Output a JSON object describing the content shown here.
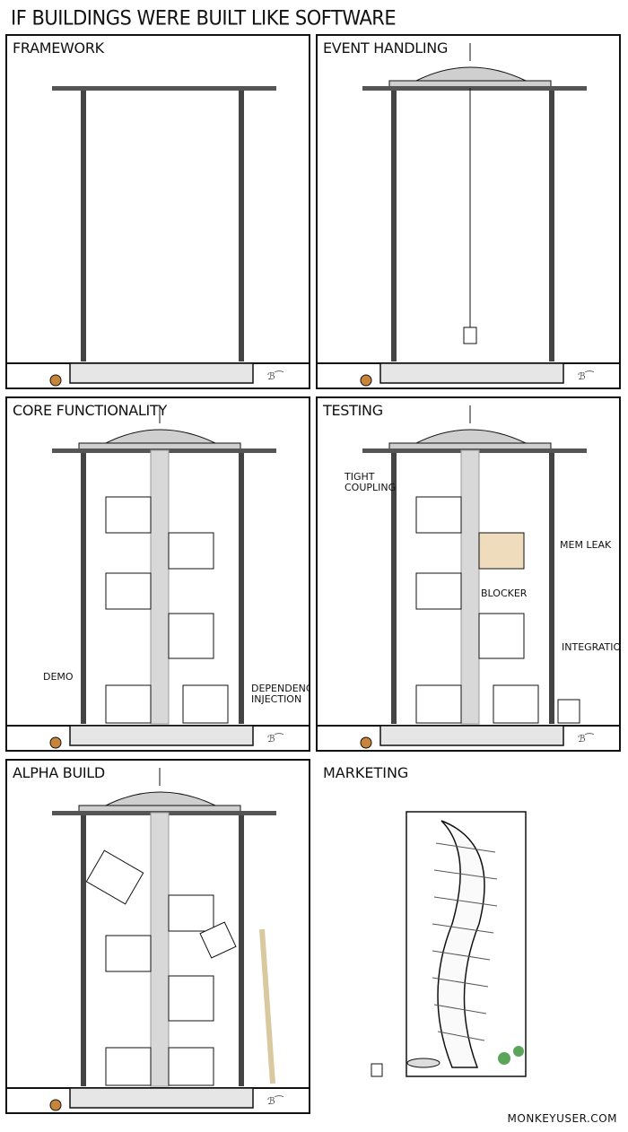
{
  "title": "IF BUILDINGS WERE BUILT LIKE SOFTWARE",
  "panels": [
    {
      "title": "FRAMEWORK"
    },
    {
      "title": "EVENT HANDLING"
    },
    {
      "title": "CORE FUNCTIONALITY",
      "labels": {
        "demo": "DEMO",
        "di": "DEPENDENCY INJECTION"
      }
    },
    {
      "title": "TESTING",
      "labels": {
        "tight": "TIGHT COUPLING",
        "mem": "MEM LEAK",
        "blocker": "BLOCKER",
        "integration": "INTEGRATION"
      }
    },
    {
      "title": "ALPHA BUILD"
    },
    {
      "title": "MARKETING"
    }
  ],
  "footer": "MONKEYUSER.COM"
}
